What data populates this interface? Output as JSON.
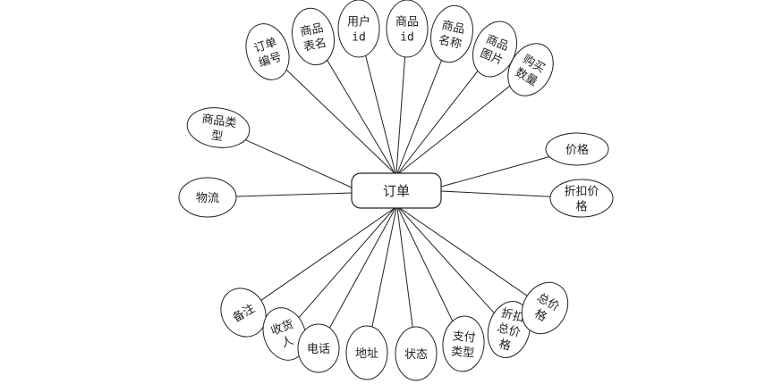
{
  "entity": {
    "label": "订单"
  },
  "attributes": [
    {
      "key": "order_no",
      "lines": [
        "订单",
        "编号"
      ]
    },
    {
      "key": "product_table_name",
      "lines": [
        "商品",
        "表名"
      ]
    },
    {
      "key": "user_id",
      "lines": [
        "用户",
        "id"
      ]
    },
    {
      "key": "product_id",
      "lines": [
        "商品",
        "id"
      ]
    },
    {
      "key": "product_name",
      "lines": [
        "商品",
        "名称"
      ]
    },
    {
      "key": "product_image",
      "lines": [
        "商品",
        "图片"
      ]
    },
    {
      "key": "buy_quantity",
      "lines": [
        "购买",
        "数量"
      ]
    },
    {
      "key": "price",
      "lines": [
        "价格"
      ]
    },
    {
      "key": "discount_price",
      "lines": [
        "折扣价",
        "格"
      ]
    },
    {
      "key": "product_type",
      "lines": [
        "商品类",
        "型"
      ]
    },
    {
      "key": "logistics",
      "lines": [
        "物流"
      ]
    },
    {
      "key": "remark",
      "lines": [
        "备注"
      ]
    },
    {
      "key": "consignee",
      "lines": [
        "收货",
        "人"
      ]
    },
    {
      "key": "phone",
      "lines": [
        "电话"
      ]
    },
    {
      "key": "address",
      "lines": [
        "地址"
      ]
    },
    {
      "key": "status",
      "lines": [
        "状态"
      ]
    },
    {
      "key": "pay_type",
      "lines": [
        "支付",
        "类型"
      ]
    },
    {
      "key": "discount_total",
      "lines": [
        "折扣",
        "总价",
        "格"
      ]
    },
    {
      "key": "total_price",
      "lines": [
        "总价",
        "格"
      ]
    }
  ]
}
